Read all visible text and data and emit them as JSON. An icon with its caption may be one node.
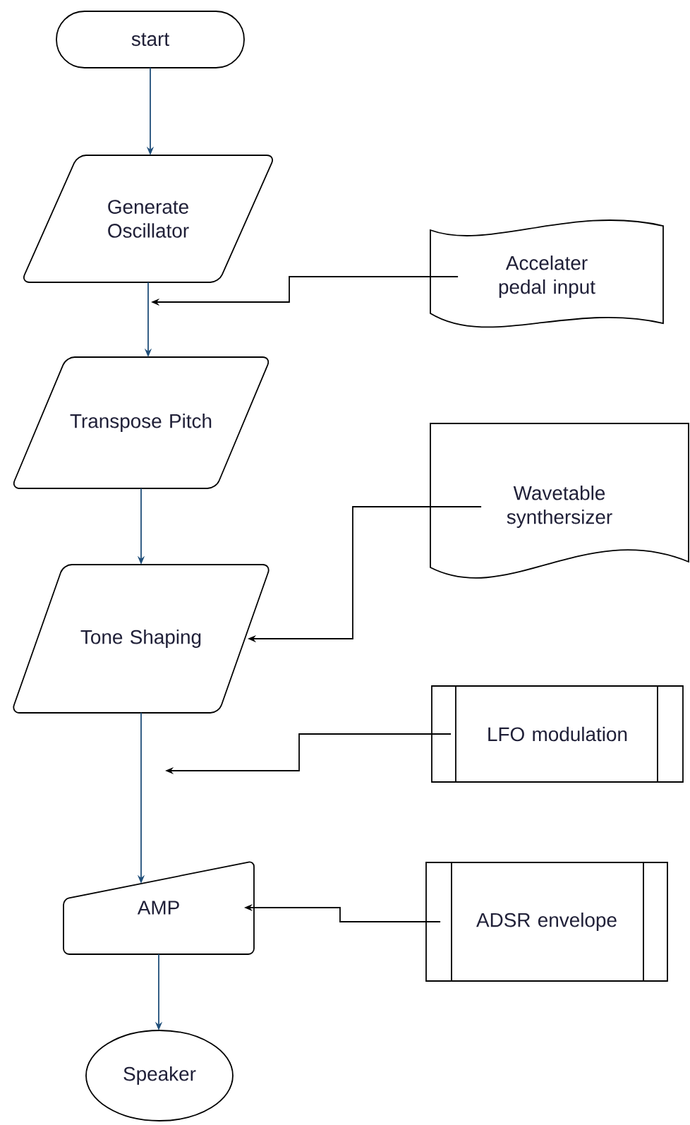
{
  "diagram": {
    "nodes": [
      {
        "text": [
          "start"
        ]
      },
      {
        "text": [
          "Generate Oscillator"
        ]
      },
      {
        "text": [
          "Transpose Pitch"
        ]
      },
      {
        "text": [
          "Tone Shaping"
        ]
      },
      {
        "text": [
          "AMP"
        ]
      },
      {
        "text": [
          "Speaker"
        ]
      },
      {
        "text": [
          "Accelater pedal input"
        ]
      },
      {
        "text": [
          "Wavetable synthersizer"
        ]
      },
      {
        "text": [
          "LFO modulation"
        ]
      },
      {
        "text": [
          "ADSR envelope"
        ]
      }
    ],
    "edges": [
      {
        "from": 0,
        "to": 1,
        "arrow": "to"
      },
      {
        "from": 1,
        "to": 2,
        "arrow": "to"
      },
      {
        "from": 2,
        "to": 3,
        "arrow": "to"
      },
      {
        "from": 3,
        "to": 4,
        "arrow": "to"
      },
      {
        "from": 4,
        "to": 5,
        "arrow": "to"
      },
      {
        "from": 6,
        "to": null,
        "arrow": "to",
        "color": "#000000"
      },
      {
        "from": 7,
        "to": 3,
        "arrow": "to",
        "color": "#000000"
      },
      {
        "from": 8,
        "to": null,
        "arrow": "to",
        "color": "#000000"
      },
      {
        "from": 9,
        "to": 4,
        "arrow": "to",
        "color": "#000000"
      }
    ]
  }
}
